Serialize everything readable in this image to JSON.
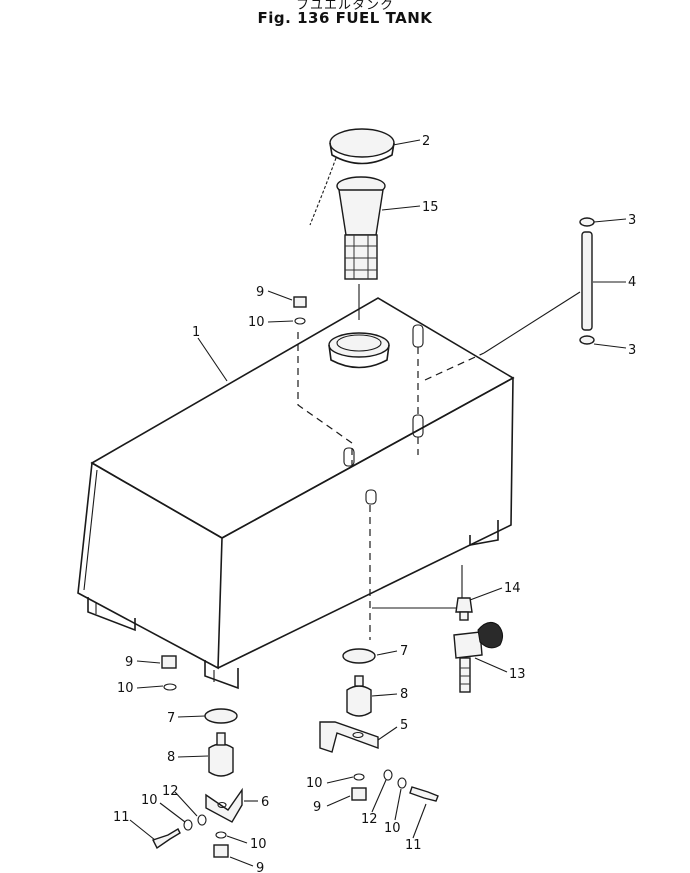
{
  "header": {
    "japanese_title": "フユエルタンク",
    "figure_title": "Fig. 136  FUEL TANK"
  },
  "callouts": [
    {
      "id": "c-2",
      "label": "2"
    },
    {
      "id": "c-15",
      "label": "15"
    },
    {
      "id": "c-3a",
      "label": "3"
    },
    {
      "id": "c-4",
      "label": "4"
    },
    {
      "id": "c-3b",
      "label": "3"
    },
    {
      "id": "c-9a",
      "label": "9"
    },
    {
      "id": "c-10a",
      "label": "10"
    },
    {
      "id": "c-1",
      "label": "1"
    },
    {
      "id": "c-14",
      "label": "14"
    },
    {
      "id": "c-13",
      "label": "13"
    },
    {
      "id": "c-7a",
      "label": "7"
    },
    {
      "id": "c-8a",
      "label": "8"
    },
    {
      "id": "c-5",
      "label": "5"
    },
    {
      "id": "c-9b",
      "label": "9"
    },
    {
      "id": "c-10b",
      "label": "10"
    },
    {
      "id": "c-7b",
      "label": "7"
    },
    {
      "id": "c-8b",
      "label": "8"
    },
    {
      "id": "c-12a",
      "label": "12"
    },
    {
      "id": "c-10c",
      "label": "10"
    },
    {
      "id": "c-6",
      "label": "6"
    },
    {
      "id": "c-11a",
      "label": "11"
    },
    {
      "id": "c-10d",
      "label": "10"
    },
    {
      "id": "c-9c",
      "label": "9"
    },
    {
      "id": "c-10e",
      "label": "10"
    },
    {
      "id": "c-9d",
      "label": "9"
    },
    {
      "id": "c-12b",
      "label": "12"
    },
    {
      "id": "c-10f",
      "label": "10"
    },
    {
      "id": "c-11b",
      "label": "11"
    }
  ]
}
